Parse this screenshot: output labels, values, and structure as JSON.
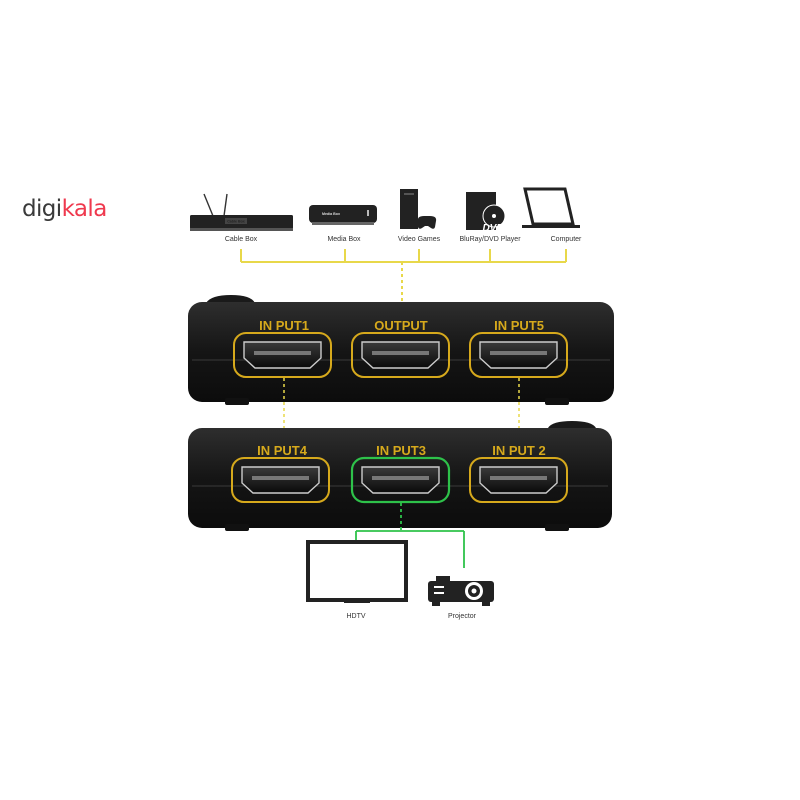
{
  "brand": {
    "part1": "digi",
    "part2": "kala",
    "accent": "#ef394e"
  },
  "sources": [
    {
      "label": "Cable Box",
      "icon": "cable-box-icon",
      "badge": "Cable Box"
    },
    {
      "label": "Media Box",
      "icon": "media-box-icon",
      "badge": "Media Box"
    },
    {
      "label": "Video Games",
      "icon": "game-console-icon"
    },
    {
      "label": "BluRay/DVD Player",
      "icon": "dvd-player-icon",
      "badge": "DVD"
    },
    {
      "label": "Computer",
      "icon": "laptop-icon"
    }
  ],
  "top_switch_ports": [
    "IN PUT1",
    "OUTPUT",
    "IN PUT5"
  ],
  "bottom_switch_ports": [
    "IN PUT4",
    "IN PUT3",
    "IN PUT 2"
  ],
  "outputs": [
    {
      "label": "HDTV",
      "icon": "tv-icon"
    },
    {
      "label": "Projector",
      "icon": "projector-icon"
    }
  ],
  "colors": {
    "port_gold": "#d6a91c",
    "port_green": "#2ec24a",
    "line_yellow": "#e8d84a",
    "body": "#1c1c1c"
  }
}
